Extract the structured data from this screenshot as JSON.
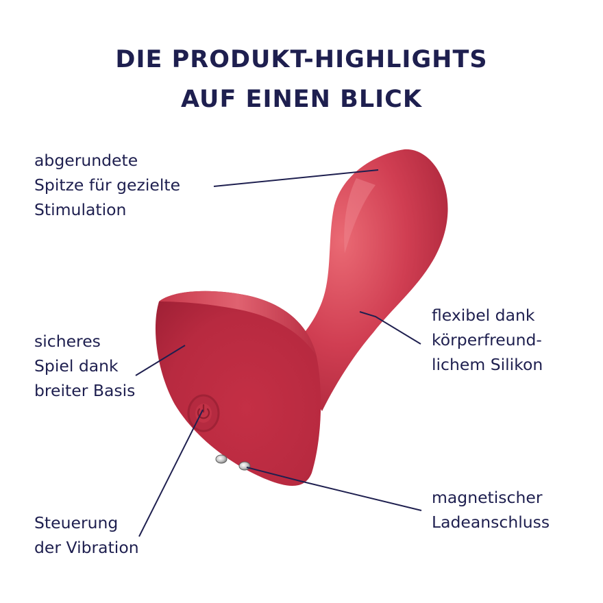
{
  "title": {
    "line1": "DIE PRODUKT-HIGHLIGHTS",
    "line2": "AUF EINEN BLICK"
  },
  "callouts": {
    "tip": [
      "abgerundete",
      "Spitze für gezielte",
      "Stimulation"
    ],
    "base": [
      "sicheres",
      "Spiel dank",
      "breiter Basis"
    ],
    "control": [
      "Steuerung",
      "der Vibration"
    ],
    "flexible": [
      "flexibel dank",
      "körperfreund-",
      "lichem Silikon"
    ],
    "charging": [
      "magnetischer",
      "Ladeanschluss"
    ]
  },
  "colors": {
    "text": "#1e1f4f",
    "product": "#c8324a",
    "product_highlight": "#e0606e",
    "product_shadow": "#9e2236",
    "leader_line": "#1e1f4f"
  },
  "icons": {
    "power_button": "power-icon",
    "charging_contacts": "magnetic-contact-icon"
  }
}
